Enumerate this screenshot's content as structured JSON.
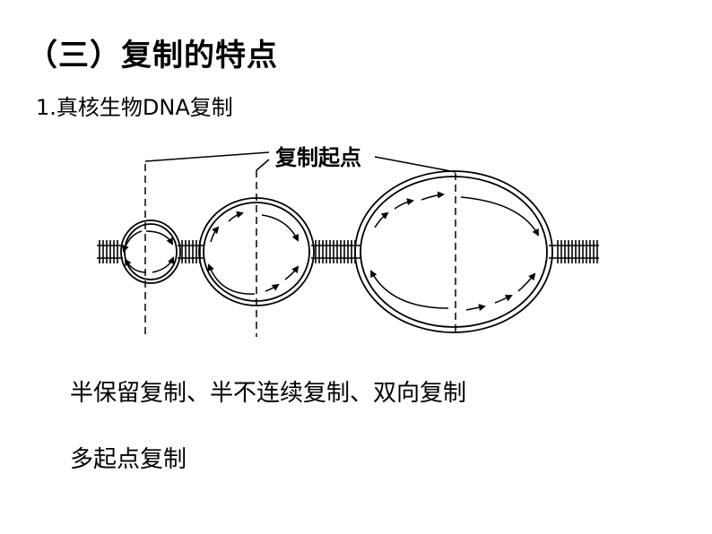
{
  "slide": {
    "title": "（三）复制的特点",
    "subtitle": "1.真核生物DNA复制",
    "diagram_label": "复制起点",
    "notes": [
      "半保留复制、半不连续复制、双向复制",
      "多起点复制"
    ]
  }
}
